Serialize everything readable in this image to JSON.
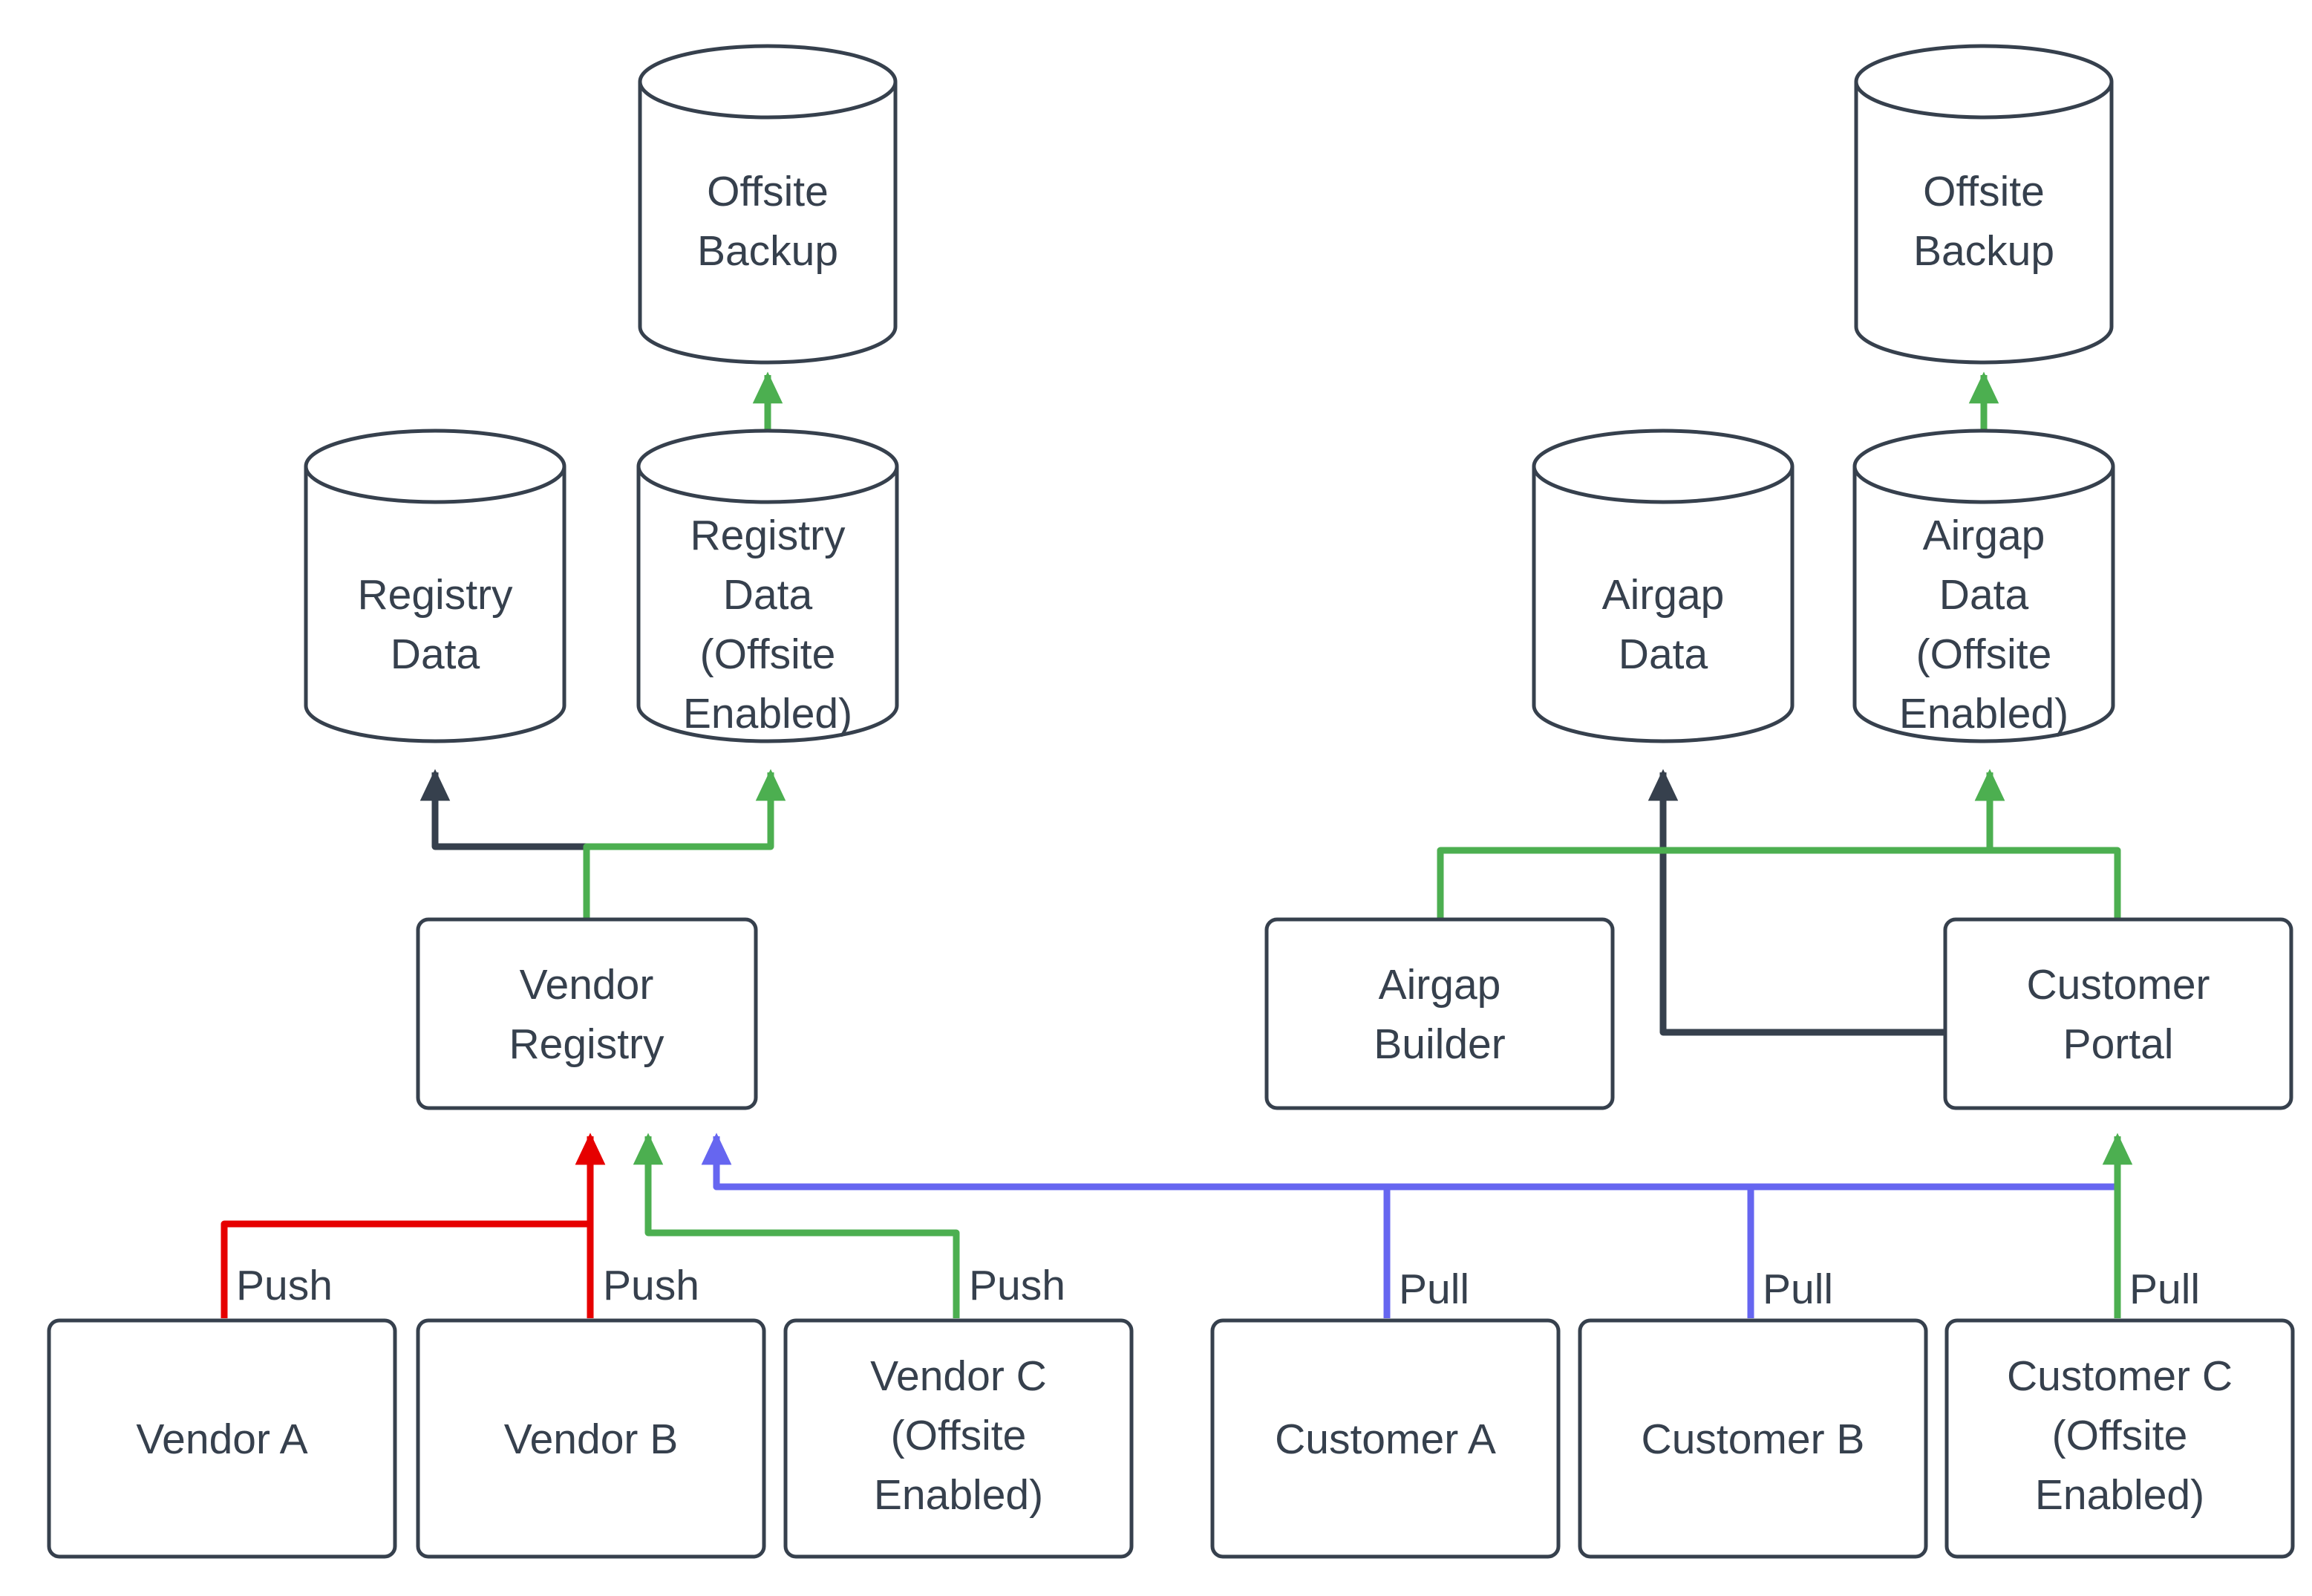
{
  "diagram": {
    "title": "Vendor Registry and Customer Portal Offsite Backup Flow",
    "background_color": "#ffffff",
    "node_stroke_color": "#36404d",
    "node_fill_color": "#ffffff",
    "text_color": "#36404d",
    "edge_colors": {
      "default": "#36404d",
      "offsite_green": "#4caf50",
      "push_red": "#e60000",
      "pull_blue": "#6666f0"
    },
    "nodes": {
      "offsite_backup_left": {
        "id": "offsite-backup-left",
        "type": "cylinder",
        "lines": [
          "Offsite",
          "Backup"
        ]
      },
      "offsite_backup_right": {
        "id": "offsite-backup-right",
        "type": "cylinder",
        "lines": [
          "Offsite",
          "Backup"
        ]
      },
      "registry_data": {
        "id": "registry-data",
        "type": "cylinder",
        "lines": [
          "Registry",
          "Data"
        ]
      },
      "registry_data_offsite": {
        "id": "registry-data-offsite",
        "type": "cylinder",
        "lines": [
          "Registry",
          "Data",
          "(Offsite",
          "Enabled)"
        ]
      },
      "airgap_data": {
        "id": "airgap-data",
        "type": "cylinder",
        "lines": [
          "Airgap",
          "Data"
        ]
      },
      "airgap_data_offsite": {
        "id": "airgap-data-offsite",
        "type": "cylinder",
        "lines": [
          "Airgap",
          "Data",
          "(Offsite",
          "Enabled)"
        ]
      },
      "vendor_registry": {
        "id": "vendor-registry",
        "type": "box",
        "lines": [
          "Vendor",
          "Registry"
        ]
      },
      "airgap_builder": {
        "id": "airgap-builder",
        "type": "box",
        "lines": [
          "Airgap",
          "Builder"
        ]
      },
      "customer_portal": {
        "id": "customer-portal",
        "type": "box",
        "lines": [
          "Customer",
          "Portal"
        ]
      },
      "vendor_a": {
        "id": "vendor-a",
        "type": "box",
        "lines": [
          "Vendor A"
        ]
      },
      "vendor_b": {
        "id": "vendor-b",
        "type": "box",
        "lines": [
          "Vendor B"
        ]
      },
      "vendor_c": {
        "id": "vendor-c",
        "type": "box",
        "lines": [
          "Vendor C",
          "(Offsite",
          "Enabled)"
        ]
      },
      "customer_a": {
        "id": "customer-a",
        "type": "box",
        "lines": [
          "Customer A"
        ]
      },
      "customer_b": {
        "id": "customer-b",
        "type": "box",
        "lines": [
          "Customer B"
        ]
      },
      "customer_c": {
        "id": "customer-c",
        "type": "box",
        "lines": [
          "Customer C",
          "(Offsite",
          "Enabled)"
        ]
      }
    },
    "edge_labels": {
      "push_vendor_a": "Push",
      "push_vendor_b": "Push",
      "push_vendor_c": "Push",
      "pull_customer_a": "Pull",
      "pull_customer_b": "Pull",
      "pull_customer_c": "Pull"
    },
    "edges": [
      {
        "from": "vendor_a",
        "to": "vendor_registry",
        "label": "Push",
        "color": "#e60000"
      },
      {
        "from": "vendor_b",
        "to": "vendor_registry",
        "label": "Push",
        "color": "#e60000"
      },
      {
        "from": "vendor_c",
        "to": "vendor_registry",
        "label": "Push",
        "color": "#4caf50"
      },
      {
        "from": "vendor_registry",
        "to": "registry_data",
        "label": "",
        "color": "#36404d"
      },
      {
        "from": "vendor_registry",
        "to": "registry_data_offsite",
        "label": "",
        "color": "#4caf50"
      },
      {
        "from": "registry_data_offsite",
        "to": "offsite_backup_left",
        "label": "",
        "color": "#4caf50"
      },
      {
        "from": "customer_a",
        "to": "vendor_registry",
        "label": "Pull",
        "color": "#6666f0"
      },
      {
        "from": "customer_b",
        "to": "vendor_registry",
        "label": "Pull",
        "color": "#6666f0"
      },
      {
        "from": "customer_c",
        "to": "customer_portal",
        "label": "Pull",
        "color": "#4caf50"
      },
      {
        "from": "customer_portal",
        "to": "airgap_data",
        "label": "",
        "color": "#36404d"
      },
      {
        "from": "airgap_builder",
        "to": "airgap_data_offsite",
        "label": "",
        "color": "#4caf50"
      },
      {
        "from": "customer_portal",
        "to": "airgap_data_offsite",
        "label": "",
        "color": "#4caf50"
      },
      {
        "from": "airgap_data_offsite",
        "to": "offsite_backup_right",
        "label": "",
        "color": "#4caf50"
      }
    ]
  }
}
